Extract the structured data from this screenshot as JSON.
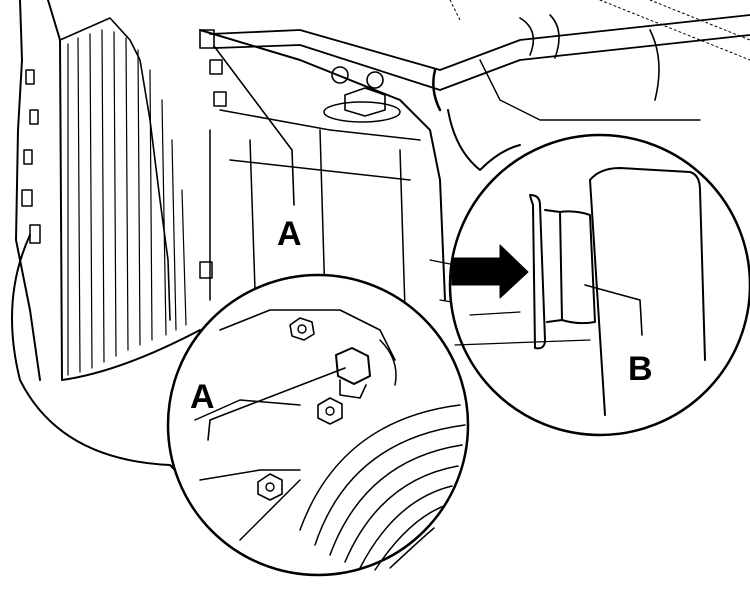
{
  "labels": {
    "a_main": "A",
    "a_detail": "A",
    "b_detail": "B"
  },
  "colors": {
    "line": "#000000",
    "background": "#ffffff"
  },
  "icons": {
    "arrow": "arrow-right-icon"
  }
}
